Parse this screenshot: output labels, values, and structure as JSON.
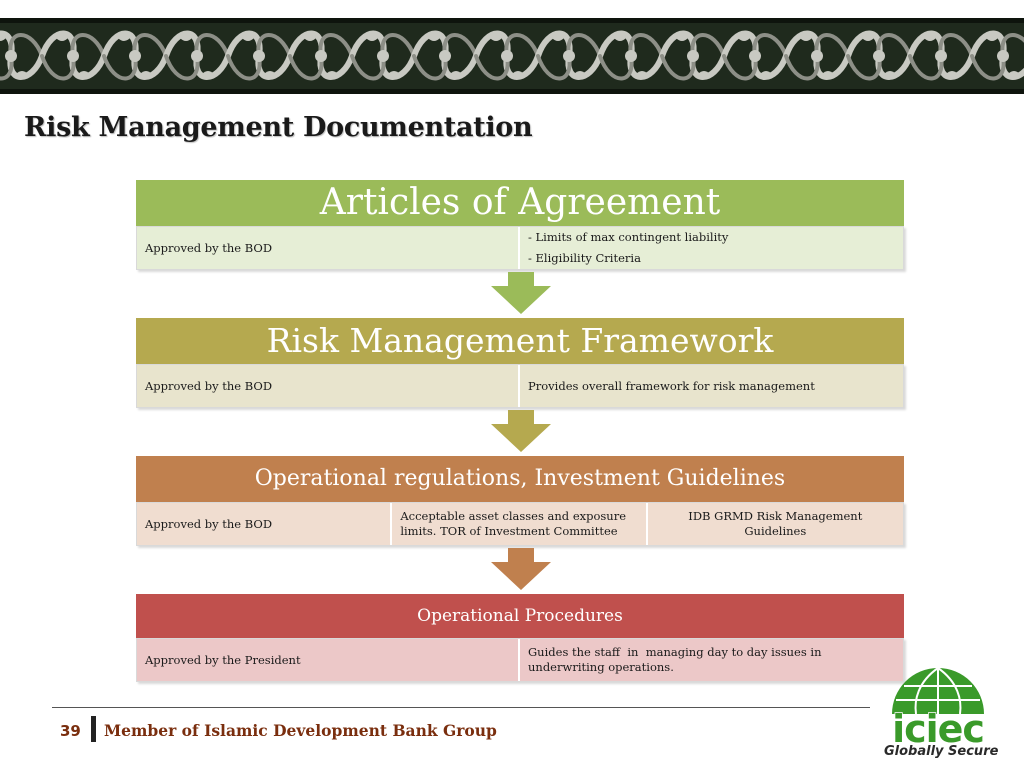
{
  "slide": {
    "title": "Risk Management Documentation",
    "page_number": "39",
    "footer_text": "Member of Islamic Development Bank Group"
  },
  "logo": {
    "wordmark": "iciec",
    "tagline": "Globally Secure"
  },
  "tiers": [
    {
      "title": "Articles of Agreement",
      "header_color": "#9bbb59",
      "row_color": "#e6eed6",
      "cells": [
        {
          "lines": [
            "Approved by the BOD"
          ]
        },
        {
          "lines": [
            "- Limits of max contingent liability",
            "- Eligibility Criteria"
          ]
        }
      ]
    },
    {
      "title": "Risk Management Framework",
      "header_color": "#b5a94f",
      "row_color": "#e8e4cd",
      "cells": [
        {
          "lines": [
            "Approved by the BOD"
          ]
        },
        {
          "lines": [
            "Provides overall framework for risk management"
          ]
        }
      ]
    },
    {
      "title": "Operational regulations, Investment Guidelines",
      "header_color": "#c0804e",
      "row_color": "#f0ddd0",
      "cells": [
        {
          "lines": [
            "Approved by the BOD"
          ]
        },
        {
          "lines": [
            "Acceptable asset classes and exposure",
            "limits. TOR of Investment Committee"
          ]
        },
        {
          "lines": [
            "IDB GRMD Risk Management",
            "Guidelines"
          ]
        }
      ]
    },
    {
      "title": "Operational Procedures",
      "header_color": "#c0504d",
      "row_color": "#ecc8c8",
      "cells": [
        {
          "lines": [
            "Approved by the President"
          ]
        },
        {
          "lines": [
            "Guides the staff  in  managing day to day issues in",
            "underwriting operations."
          ]
        }
      ]
    }
  ],
  "colors": {
    "footer_accent": "#7a2e0e",
    "logo_green": "#3a9a2a",
    "banner_dark": "#1f2a1d"
  }
}
